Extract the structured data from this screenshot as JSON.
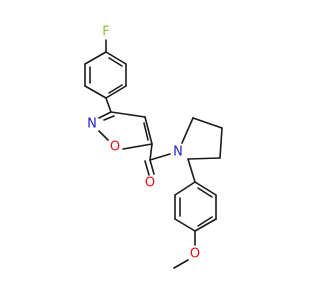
{
  "molecule": {
    "atoms": {
      "fluorine": {
        "symbol": "F",
        "color": "#8fbf3f"
      },
      "isoxazole_nitrogen": {
        "symbol": "N",
        "color": "#2020c8"
      },
      "isoxazole_oxygen": {
        "symbol": "O",
        "color": "#e01010"
      },
      "carbonyl_oxygen": {
        "symbol": "O",
        "color": "#e01010"
      },
      "pyrrolidine_nitrogen": {
        "symbol": "N",
        "color": "#2020c8"
      },
      "methoxy_oxygen": {
        "symbol": "O",
        "color": "#e01010"
      }
    },
    "bond_color": "#1a1a1a",
    "background": "#ffffff"
  }
}
